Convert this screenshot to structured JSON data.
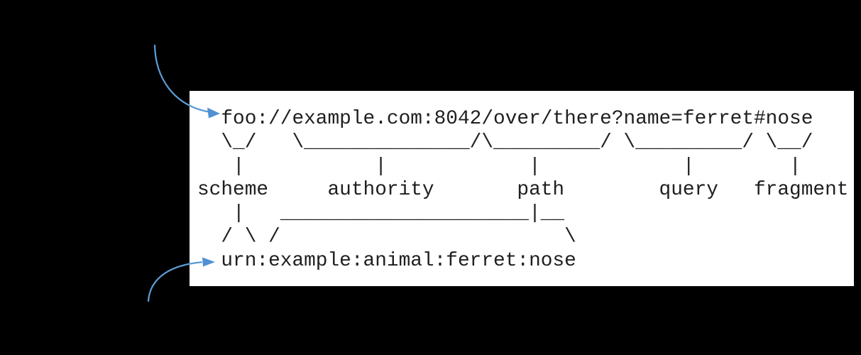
{
  "page": {
    "background_color": "#000000"
  },
  "panel": {
    "background_color": "#ffffff",
    "text_color": "#1f1f1f"
  },
  "diagram": {
    "ascii_art": "  foo://example.com:8042/over/there?name=ferret#nose\n  \\_/   \\______________/\\_________/ \\_________/ \\__/\n   |           |            |            |        |\nscheme     authority       path        query   fragment\n   |   _____________________|__\n  / \\ /                        \\\n  urn:example:animal:ferret:nose",
    "uri_example": "foo://example.com:8042/over/there?name=ferret#nose",
    "urn_example": "urn:example:animal:ferret:nose",
    "component_labels": [
      "scheme",
      "authority",
      "path",
      "query",
      "fragment"
    ]
  },
  "annotations": {
    "top_arrow_icon": "curved-arrow-icon",
    "bottom_arrow_icon": "curved-arrow-icon",
    "arrow_color": "#5b9bd5",
    "arrow_head_color": "#4f91d3"
  }
}
